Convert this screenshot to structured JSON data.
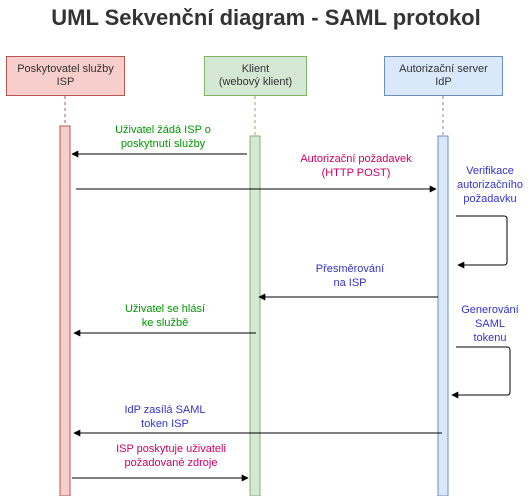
{
  "title": "UML Sekvenční diagram - SAML protokol",
  "colors": {
    "isp_fill": "#f8cecc",
    "isp_stroke": "#b85450",
    "client_fill": "#d5e8d4",
    "client_stroke": "#82b366",
    "idp_fill": "#dae8fc",
    "idp_stroke": "#6c8ebf",
    "green_text": "#009900",
    "pink_text": "#cc0066",
    "blue_text": "#3333cc",
    "arrow": "#000000"
  },
  "participants": {
    "isp": "Poskytovatel služby\nISP",
    "client": "Klient\n(webový klient)",
    "idp": "Autorizační server\nIdP"
  },
  "messages": {
    "m1": "Uživatel žádá ISP o\nposkytnutí služby",
    "m2": "Autorizační požadavek\n(HTTP POST)",
    "m3": "Verifikace\nautorizačního\npožadavku",
    "m4": "Přesměrování\nna ISP",
    "m5": "Uživatel se hlásí\nke službě",
    "m6": "Generování\nSAML\ntokenu",
    "m7": "IdP zasílá SAML\ntoken ISP",
    "m8": "ISP poskytuje uživateli\npožadované zdroje"
  }
}
